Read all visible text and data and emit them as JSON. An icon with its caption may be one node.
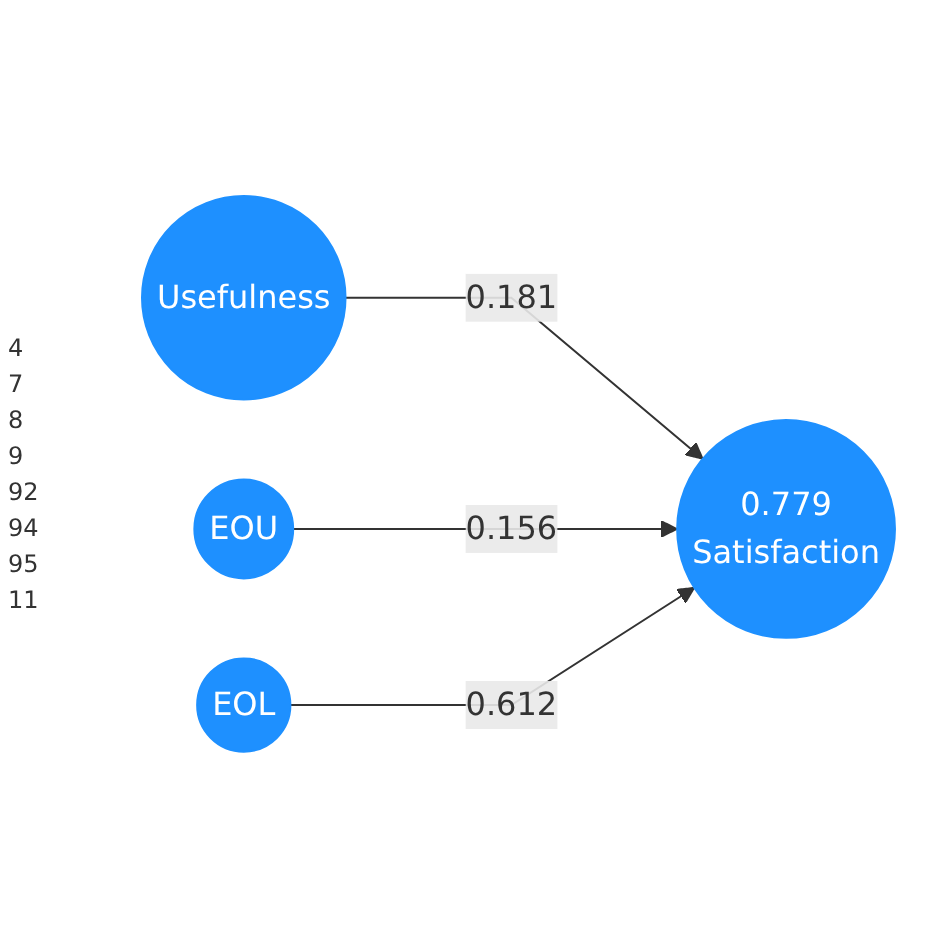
{
  "diagram": {
    "nodes": [
      {
        "text": [
          "Usefulness"
        ]
      },
      {
        "text": [
          "EOU"
        ]
      },
      {
        "text": [
          "EOL"
        ]
      },
      {
        "text": [
          "0.779",
          "Satisfaction"
        ]
      }
    ],
    "edges": [
      {
        "from": 0,
        "to": 3,
        "arrow": "to",
        "label": "0.181"
      },
      {
        "from": 1,
        "to": 3,
        "arrow": "to",
        "label": "0.156"
      },
      {
        "from": 2,
        "to": 3,
        "arrow": "to",
        "label": "0.612"
      }
    ],
    "labels": [
      "4",
      "7",
      "8",
      "9",
      "92",
      "94",
      "95",
      "11"
    ]
  }
}
